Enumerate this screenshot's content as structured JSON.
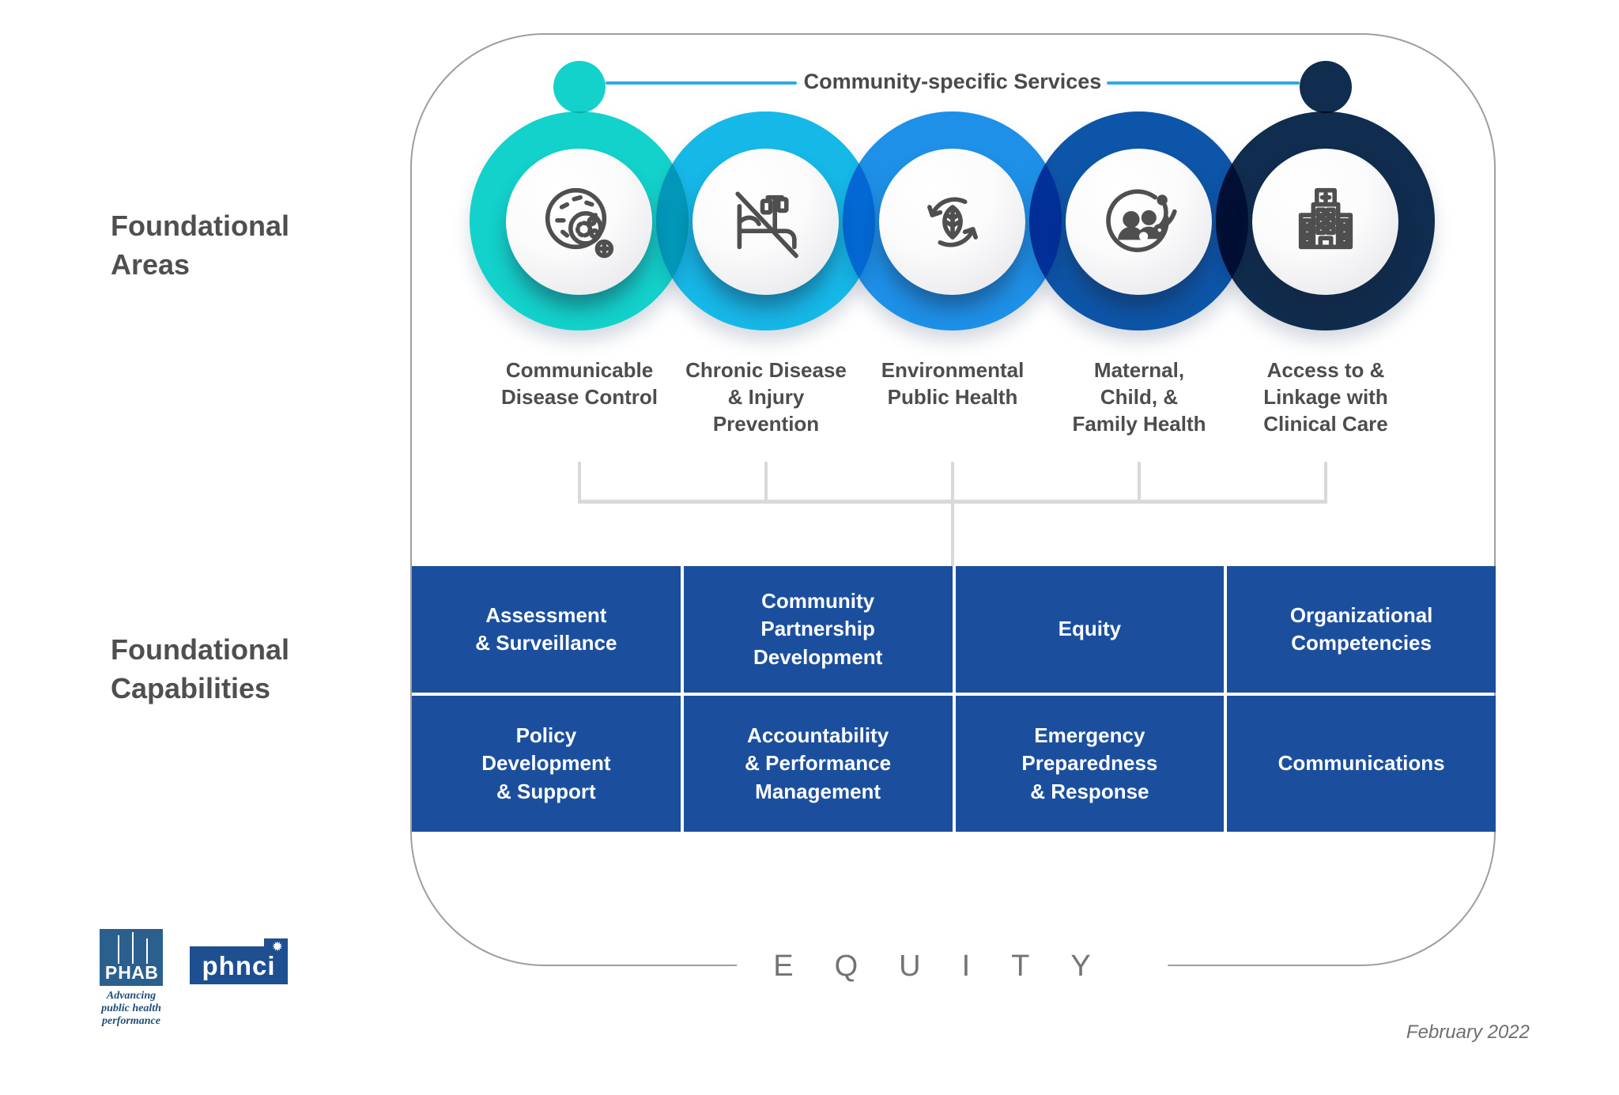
{
  "header": {
    "community_services_label": "Community-specific Services"
  },
  "side_labels": {
    "areas": "Foundational\nAreas",
    "capabilities": "Foundational\nCapabilities"
  },
  "areas": [
    {
      "label": "Communicable\nDisease Control",
      "icon": "petri-dish-icon",
      "color": "#13d2cb"
    },
    {
      "label": "Chronic Disease\n& Injury\nPrevention",
      "icon": "no-injury-bed-icon",
      "color": "#16b8e8"
    },
    {
      "label": "Environmental\nPublic Health",
      "icon": "leaf-cycle-icon",
      "color": "#1e90e8"
    },
    {
      "label": "Maternal,\nChild, &\nFamily Health",
      "icon": "maternal-child-icon",
      "color": "#0d55a8"
    },
    {
      "label": "Access to &\nLinkage with\nClinical Care",
      "icon": "hospital-icon",
      "color": "#102c4e"
    }
  ],
  "capabilities": {
    "row1": [
      "Assessment\n& Surveillance",
      "Community\nPartnership\nDevelopment",
      "Equity",
      "Organizational\nCompetencies"
    ],
    "row2": [
      "Policy\nDevelopment\n& Support",
      "Accountability\n& Performance\nManagement",
      "Emergency\nPreparedness\n& Response",
      "Communications"
    ]
  },
  "footer": {
    "equity_label": "EQUITY",
    "date": "February 2022"
  },
  "logos": {
    "phab": {
      "letters": [
        "P",
        "H",
        "A",
        "B"
      ],
      "tagline": "Advancing\npublic health\nperformance",
      "color": "#2b608e"
    },
    "phnci": {
      "text": "phnci",
      "burst": "✹",
      "color": "#1d4f91"
    }
  },
  "colors": {
    "teal_dot": "#13d2cb",
    "navy_dot": "#102c4e",
    "connector_blue": "#2fa9e9",
    "capability_blue": "#1b4f9e",
    "bracket_gray": "#d9d9d9",
    "outline_gray": "#9e9e9e"
  }
}
